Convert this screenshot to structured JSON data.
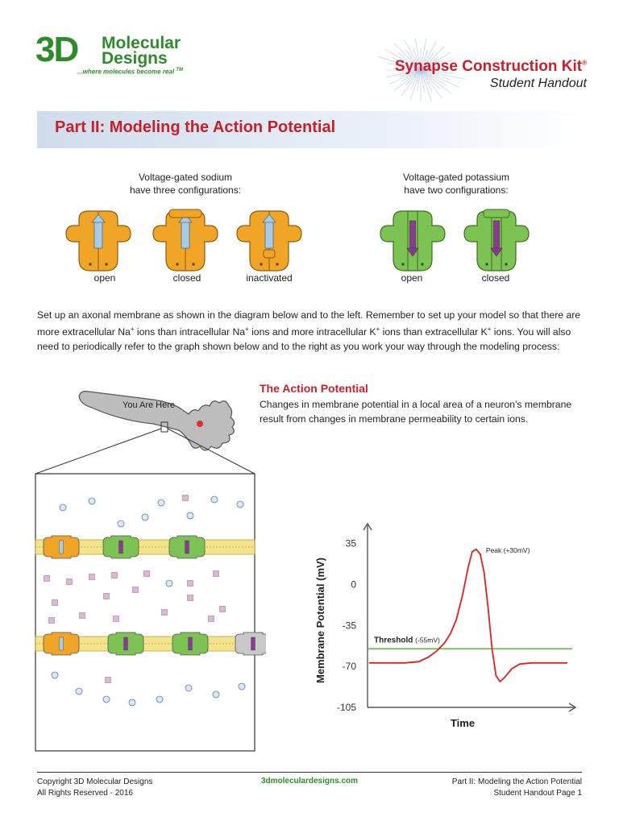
{
  "header": {
    "logo_mark": "3D",
    "logo_line1": "Molecular",
    "logo_line2": "Designs",
    "logo_tagline": "...where molecules become real",
    "logo_tm": "TM",
    "kit_name": "Synapse Construction Kit",
    "kit_registered": "®",
    "kit_subtitle": "Student Handout"
  },
  "banner": {
    "title": "Part II: Modeling the Action Potential"
  },
  "channels": {
    "sodium_caption_1": "Voltage-gated sodium",
    "sodium_caption_2": "have three configurations:",
    "potassium_caption_1": "Voltage-gated potassium",
    "potassium_caption_2": "have two configurations:",
    "sodium_labels": [
      "open",
      "closed",
      "inactivated"
    ],
    "potassium_labels": [
      "open",
      "closed"
    ],
    "colors": {
      "sodium": "#f0a526",
      "potassium": "#7cc354",
      "inactive": "#c8c8c8",
      "arrow_na": "#a8cbe8",
      "arrow_k": "#8a3c91"
    }
  },
  "instructions": {
    "p1": "Set up an axonal membrane as shown in the diagram below and to the left. Remember to set up your model so that there are more extracellular Na",
    "p1_sup1": "+",
    "p2": " ions than intracellular Na",
    "p2_sup": "+",
    "p3": " ions and more intracellular K",
    "p3_sup": "+",
    "p4": " ions than extracellular K",
    "p4_sup": "+",
    "p5": " ions. You will also need to periodically refer to the graph shown below and to the right as you work your way through the modeling process:"
  },
  "action_potential": {
    "heading": "The Action Potential",
    "text": "Changes in membrane potential in a local area of a neuron's membrane result from changes in membrane permeability to certain ions."
  },
  "neuron": {
    "label": "You Are Here"
  },
  "chart_data": {
    "type": "line",
    "title": "",
    "xlabel": "Time",
    "ylabel": "Membrane Potential (mV)",
    "yticks": [
      35,
      0,
      -35,
      -70,
      -105
    ],
    "ylim": [
      -105,
      45
    ],
    "series": [
      {
        "x": [
          0,
          18,
          25,
          30,
          34,
          38,
          41,
          44,
          47,
          50,
          52,
          54,
          56,
          58,
          60,
          62,
          64,
          66,
          68,
          72,
          76,
          82,
          100
        ],
        "values": [
          -67,
          -67,
          -66,
          -62,
          -57,
          -50,
          -42,
          -30,
          -10,
          15,
          28,
          30,
          26,
          10,
          -20,
          -55,
          -78,
          -83,
          -80,
          -72,
          -68,
          -67,
          -67
        ]
      }
    ],
    "threshold": {
      "label": "Threshold",
      "value_label": "(-55mV)",
      "value": -55
    },
    "peak": {
      "label": "Peak (+30mV)",
      "value": 30
    },
    "colors": {
      "line": "#e02020",
      "threshold": "#58b947",
      "axis": "#555555"
    }
  },
  "footer": {
    "copyright": "Copyright 3D Molecular Designs",
    "rights": "All Rights Reserved - 2016",
    "website": "3dmoleculardesigns.com",
    "section": "Part II: Modeling the Action Potential",
    "page": "Student Handout Page 1"
  }
}
